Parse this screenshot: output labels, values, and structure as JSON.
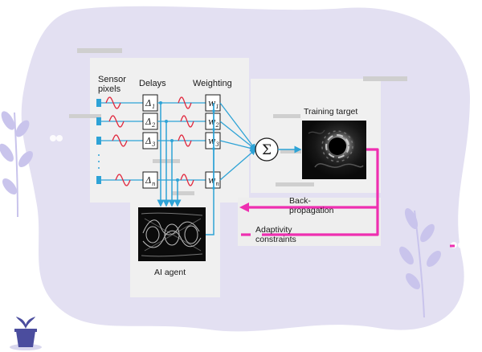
{
  "labels": {
    "sensor_pixels_line1": "Sensor",
    "sensor_pixels_line2": "pixels",
    "delays": "Delays",
    "weighting": "Weighting",
    "training_target": "Training target",
    "backprop_line1": "Back-",
    "backprop_line2": "propagation",
    "adaptivity_line1": "Adaptivity",
    "adaptivity_line2": "constraints",
    "ai_agent": "AI agent"
  },
  "channels": [
    {
      "delay": "Δ",
      "delay_sub": "1",
      "weight": "w",
      "weight_sub": "1"
    },
    {
      "delay": "Δ",
      "delay_sub": "2",
      "weight": "w",
      "weight_sub": "2"
    },
    {
      "delay": "Δ",
      "delay_sub": "3",
      "weight": "w",
      "weight_sub": "3"
    },
    {
      "delay": "Δ",
      "delay_sub": "n",
      "weight": "w",
      "weight_sub": "n"
    }
  ],
  "sum_symbol": "Σ",
  "colors": {
    "background_blob": "#e3e0f2",
    "panel": "#f0f0f0",
    "signal_line": "#2ea3d6",
    "sine_wave": "#e0263c",
    "feedback": "#ee2fb0",
    "plant_leaf": "#c9c4ec",
    "pot": "#4b4d9e"
  },
  "icons": [
    "sum-icon",
    "plant-icon",
    "pot-icon",
    "ultrasound-image",
    "ai-agent-image"
  ]
}
